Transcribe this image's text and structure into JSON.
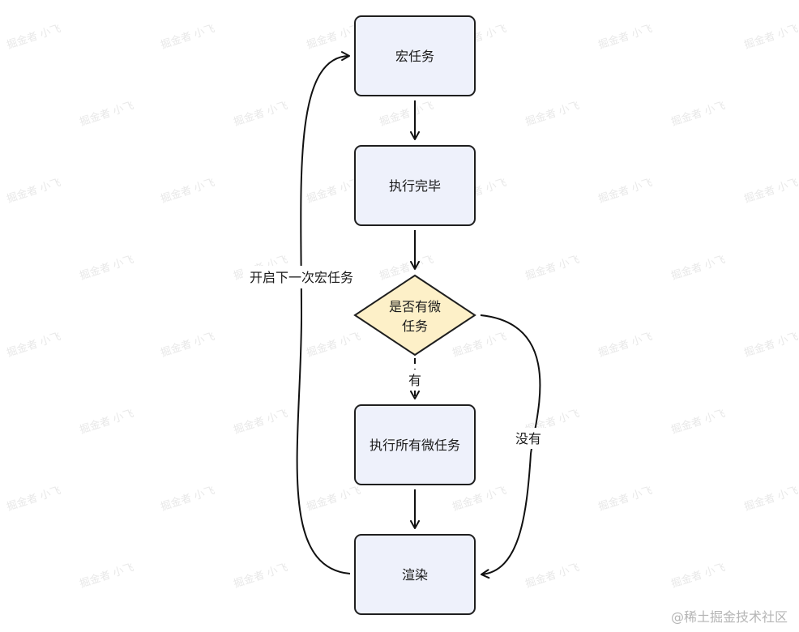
{
  "nodes": {
    "macro_task": "宏任务",
    "execution_done": "执行完毕",
    "has_micro_line1": "是否有微",
    "has_micro_line2": "任务",
    "run_all_micro": "执行所有微任务",
    "render": "渲染"
  },
  "edges": {
    "yes": "有",
    "no": "没有",
    "next_macro": "开启下一次宏任务"
  },
  "watermark": {
    "repeat_text": "掘金者 小飞",
    "corner_text": "@稀土掘金技术社区"
  },
  "colors": {
    "box_fill": "#eef1fb",
    "decision_fill": "#fdf0c8",
    "stroke": "#1f1f1f"
  }
}
